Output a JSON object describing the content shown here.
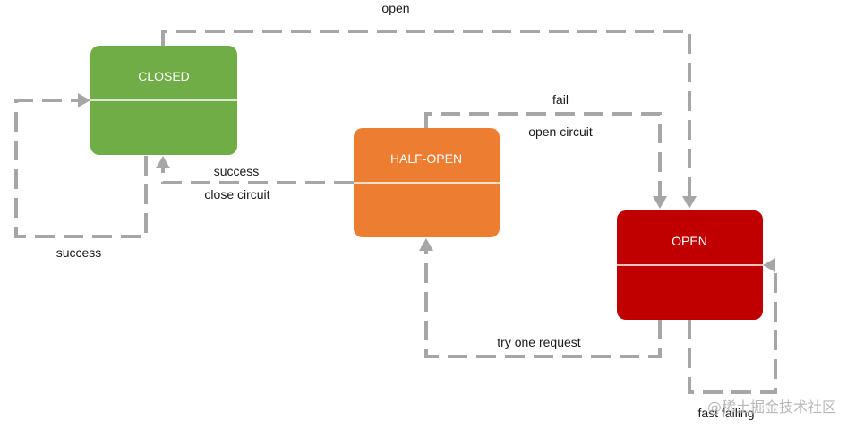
{
  "states": {
    "closed": {
      "label": "CLOSED",
      "color": "#70ad47"
    },
    "half_open": {
      "label": "HALF-OPEN",
      "color": "#ed7d31"
    },
    "open": {
      "label": "OPEN",
      "color": "#c00000"
    }
  },
  "transitions": {
    "closed_to_open": {
      "label": "open"
    },
    "half_open_to_closed": {
      "line1": "success",
      "line2": "close circuit"
    },
    "closed_self_loop": {
      "label": "success"
    },
    "half_open_to_open": {
      "line1": "fail",
      "line2": "open circuit"
    },
    "open_to_half_open": {
      "label": "try one request"
    },
    "open_self_loop": {
      "label": "fast failing"
    }
  },
  "edge_color": "#a6a6a6",
  "watermark": "@稀土掘金技术社区"
}
